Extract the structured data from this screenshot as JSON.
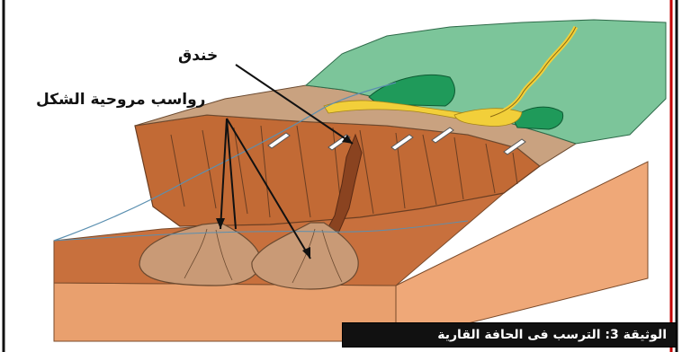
{
  "labels": {
    "trench": "خندق",
    "fans": "رواسب مروحية الشكل"
  },
  "caption": "الوثيقة 3: الترسب فى الحافة القارية",
  "colors": {
    "frame_black": "#000000",
    "frame_red": "#c40000",
    "slope_brown": "#c8703d",
    "block_side": "#e7a06f",
    "fan_tan": "#c99a76",
    "shelf_tan": "#c9a280",
    "vegetation_green": "#7cc59a",
    "hill_green": "#1f9a5a",
    "sand_yellow": "#f2cf3a",
    "water_line": "#5a8fb0"
  }
}
